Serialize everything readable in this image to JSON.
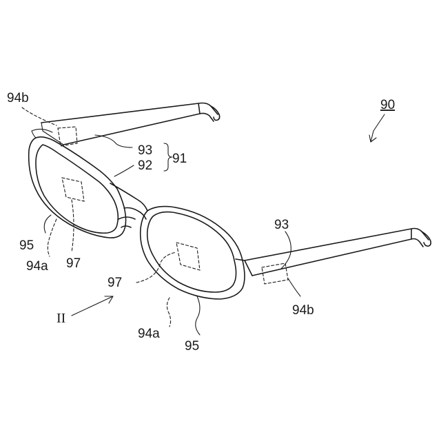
{
  "labels": {
    "device": "90",
    "temple_label_left": "94b",
    "temple_label_right": "94b",
    "frame_93_top": "93",
    "frame_92": "92",
    "frame_91": "91",
    "frame_93_right": "93",
    "lens_95_left": "95",
    "lens_95_right": "95",
    "area_94a_left": "94a",
    "area_94a_right": "94a",
    "display_97_left": "97",
    "display_97_right": "97",
    "view_direction": "II"
  }
}
